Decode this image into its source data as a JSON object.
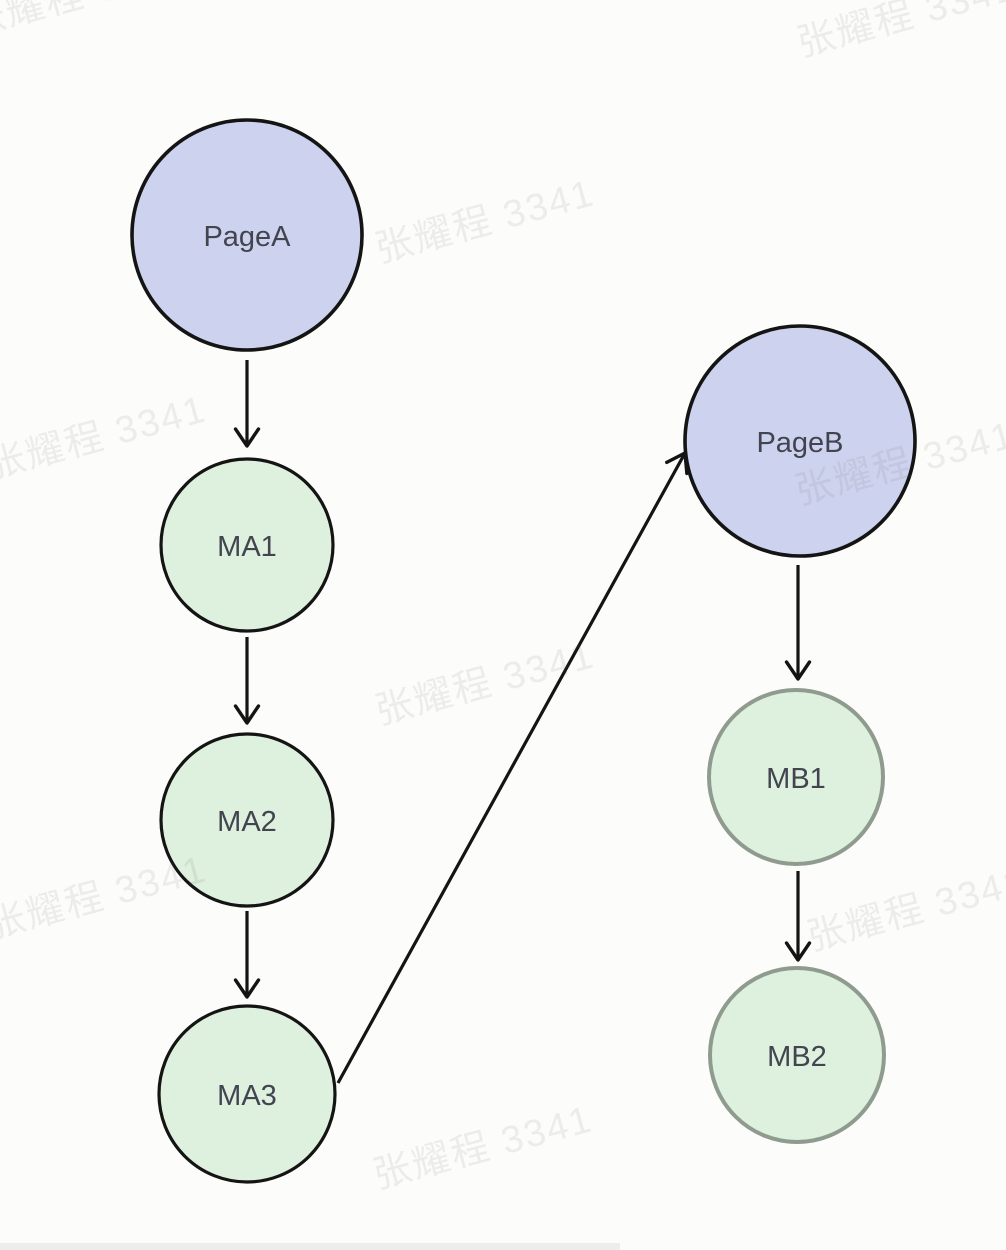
{
  "watermark": {
    "text": "张耀程 3341"
  },
  "diagram": {
    "type": "flow-graph",
    "nodes": [
      {
        "id": "pageA",
        "label": "PageA",
        "kind": "page"
      },
      {
        "id": "ma1",
        "label": "MA1",
        "kind": "module"
      },
      {
        "id": "ma2",
        "label": "MA2",
        "kind": "module"
      },
      {
        "id": "ma3",
        "label": "MA3",
        "kind": "module"
      },
      {
        "id": "pageB",
        "label": "PageB",
        "kind": "page"
      },
      {
        "id": "mb1",
        "label": "MB1",
        "kind": "module-muted"
      },
      {
        "id": "mb2",
        "label": "MB2",
        "kind": "module-muted"
      }
    ],
    "edges": [
      {
        "from": "PageA",
        "to": "MA1"
      },
      {
        "from": "MA1",
        "to": "MA2"
      },
      {
        "from": "MA2",
        "to": "MA3"
      },
      {
        "from": "MA3",
        "to": "PageB"
      },
      {
        "from": "PageB",
        "to": "MB1"
      },
      {
        "from": "MB1",
        "to": "MB2"
      }
    ],
    "colors": {
      "page_fill": "#cdd2ee",
      "module_fill": "#def0de",
      "node_stroke": "#141414",
      "muted_stroke": "#8f9b8f",
      "label_text": "#42444f",
      "background": "#fcfcfa",
      "watermark": "#ededea"
    }
  }
}
